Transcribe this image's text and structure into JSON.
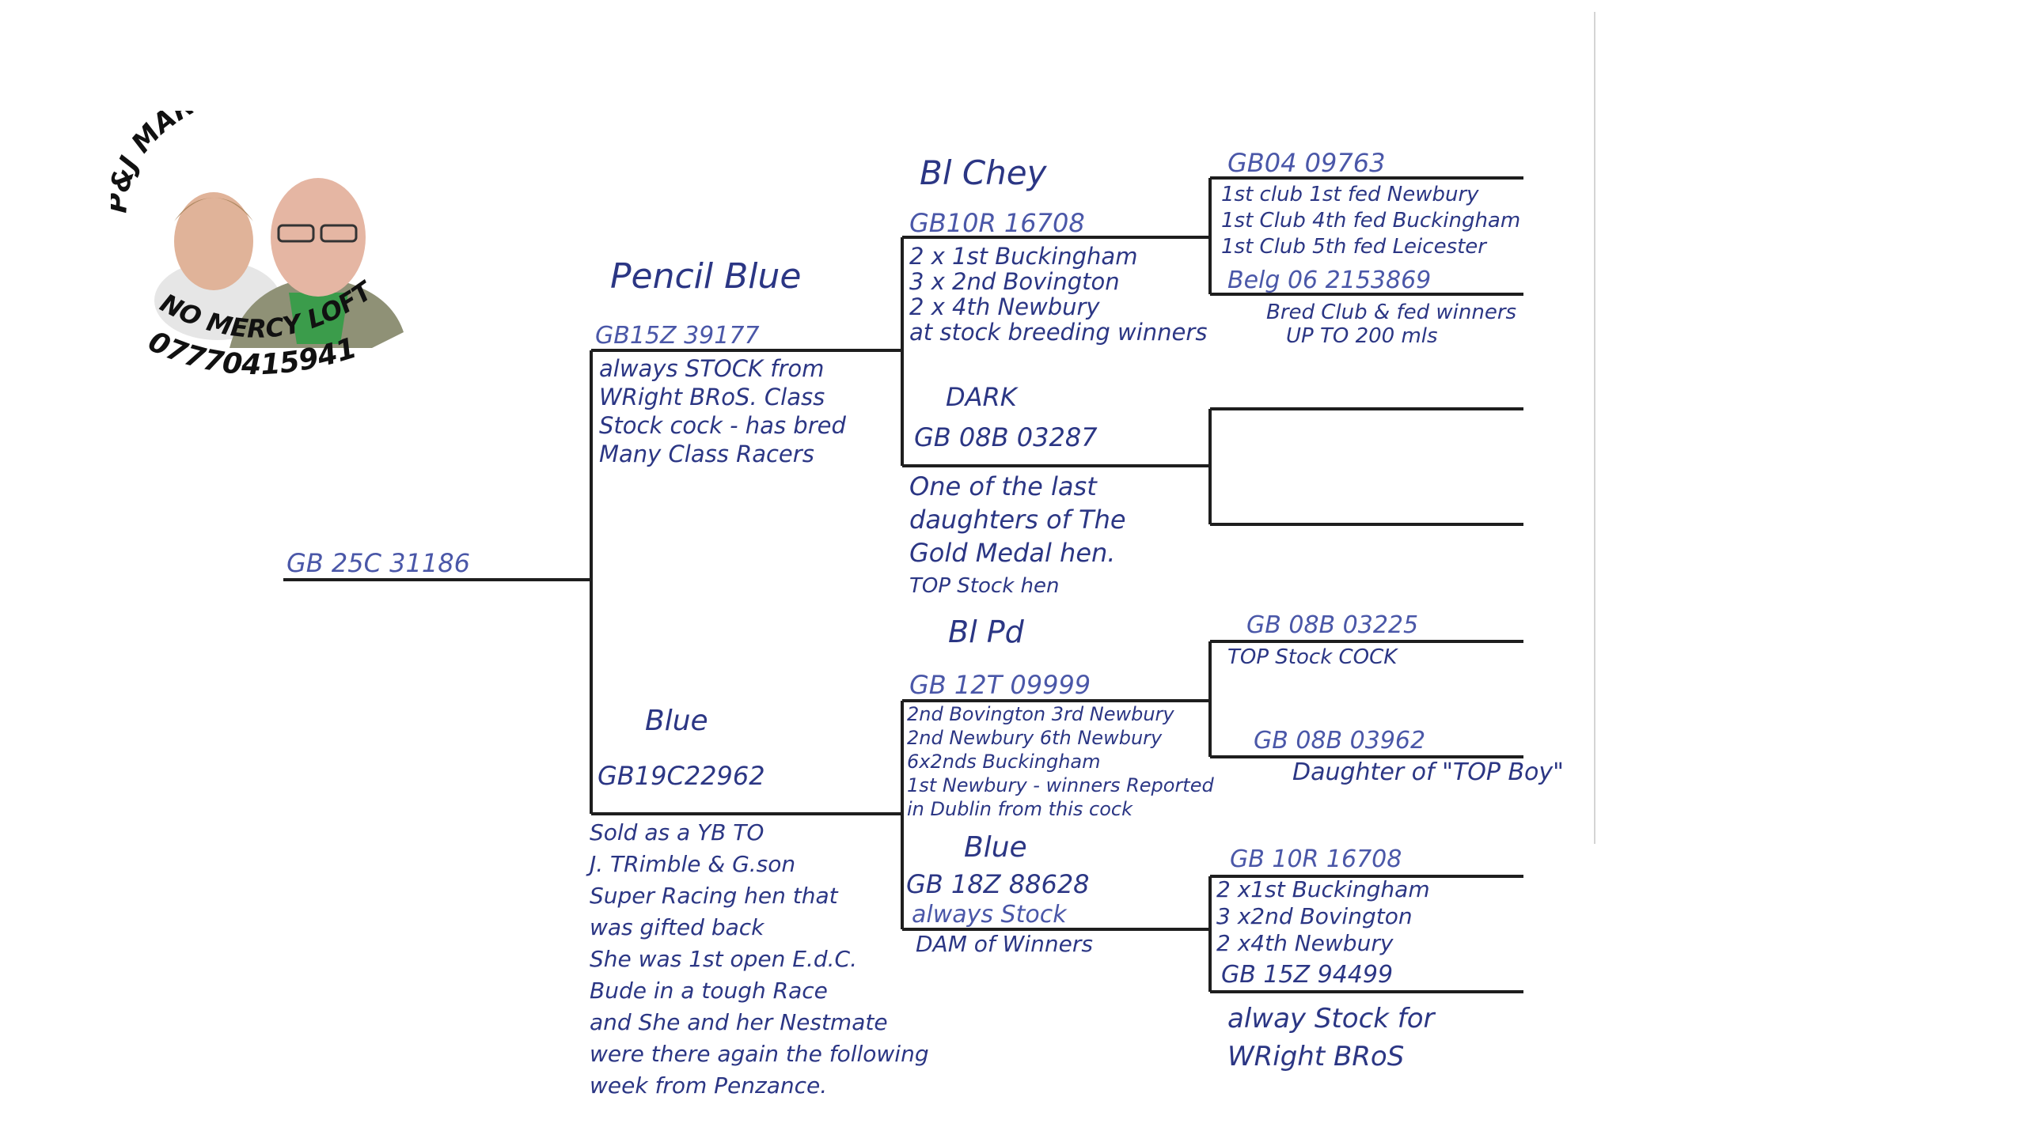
{
  "logo": {
    "top_text": "P&J MARTIN & TABB",
    "bottom_text": "NO MERCY LOFTS",
    "phone": "07770415941"
  },
  "subject": {
    "ring": "GB 25C 31186"
  },
  "sire": {
    "colour": "Pencil Blue",
    "ring": "GB15Z 39177",
    "notes": [
      "always STOCK from",
      "WRight BRoS. Class",
      "Stock cock - has bred",
      "Many Class Racers"
    ]
  },
  "sire_sire": {
    "colour": "Bl Chey",
    "ring": "GB10R 16708",
    "notes": [
      "2 x 1st Buckingham",
      "3 x 2nd Bovington",
      "2 x 4th Newbury",
      "at stock breeding winners"
    ]
  },
  "sire_sire_sire": {
    "ring": "GB04 09763",
    "notes": [
      "1st club 1st fed Newbury",
      "1st Club 4th fed Buckingham",
      "1st Club 5th fed Leicester"
    ]
  },
  "sire_sire_dam": {
    "ring": "Belg 06 2153869",
    "notes": [
      "Bred Club & fed winners",
      "UP TO 200 mls"
    ]
  },
  "sire_dam": {
    "colour": "DARK",
    "ring": "GB 08B 03287",
    "notes": [
      "One of the last",
      "daughters of The",
      "Gold Medal hen.",
      "TOP Stock hen"
    ]
  },
  "dam": {
    "colour": "Blue",
    "ring": "GB19C22962",
    "notes": [
      "Sold as a YB TO",
      "J. TRimble & G.son",
      "Super Racing hen that",
      "was gifted back",
      "She was 1st open E.d.C.",
      "Bude in a tough Race",
      "and She and her Nestmate",
      "were there again the following",
      "week from Penzance."
    ]
  },
  "dam_sire": {
    "colour": "Bl Pd",
    "ring": "GB 12T 09999",
    "notes": [
      "2nd Bovington 3rd Newbury",
      "2nd Newbury 6th Newbury",
      "6x2nds Buckingham",
      "1st Newbury - winners Reported",
      "in Dublin from this cock"
    ]
  },
  "dam_sire_sire": {
    "ring": "GB 08B 03225",
    "notes": [
      "TOP Stock COCK"
    ]
  },
  "dam_sire_dam": {
    "ring": "GB 08B 03962",
    "notes": [
      "Daughter of \"TOP Boy\""
    ]
  },
  "dam_dam": {
    "colour": "Blue",
    "ring": "GB 18Z 88628",
    "notes": [
      "always Stock",
      "DAM of Winners"
    ]
  },
  "dam_dam_sire": {
    "ring": "GB 10R 16708",
    "notes": [
      "2 x1st Buckingham",
      "3 x2nd Bovington",
      "2 x4th Newbury"
    ]
  },
  "dam_dam_dam": {
    "ring": "GB 15Z 94499",
    "notes": [
      "alway Stock for",
      "WRight BRoS"
    ]
  }
}
